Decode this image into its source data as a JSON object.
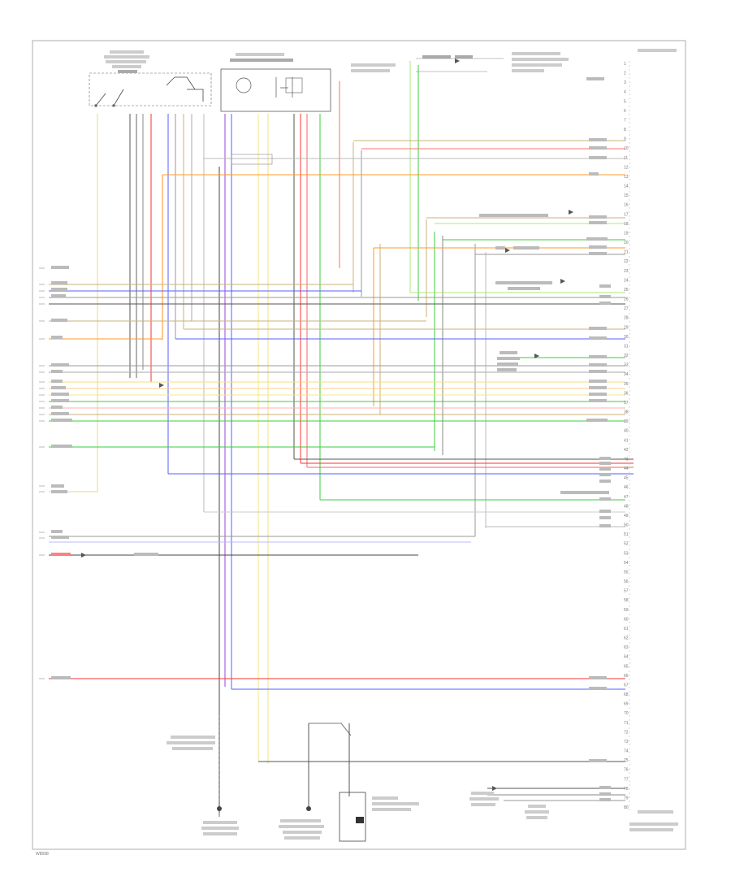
{
  "wire_colors": {
    "yellow": "#f2e27a",
    "green": "#3dcc3d",
    "red": "#ff3030",
    "orange": "#ff9a2a",
    "blue": "#5560ff",
    "purple": "#9a45d8",
    "gray": "#9a9a9a",
    "dark": "#444444",
    "tan": "#c8b37a",
    "light_green": "#a8e87a"
  },
  "icons": {
    "switch": "switch-contact-icon",
    "ground": "ground-point-icon",
    "connector": "connector-arrow-icon"
  },
  "left_pins": [
    "1",
    "2",
    "3",
    "4",
    "5",
    "6",
    "7",
    "8",
    "9",
    "10",
    "11",
    "12",
    "13",
    "14",
    "15",
    "16",
    "17",
    "18",
    "19",
    "20",
    "21",
    "22",
    "23"
  ],
  "ecm_pins": [
    "1",
    "2",
    "3",
    "4",
    "5",
    "6",
    "7",
    "8",
    "9",
    "10",
    "11",
    "12",
    "13",
    "14",
    "15",
    "16",
    "17",
    "18",
    "19",
    "20",
    "21",
    "22",
    "23",
    "24",
    "25",
    "26",
    "27",
    "28",
    "29",
    "30",
    "31",
    "32",
    "33",
    "34",
    "35",
    "36",
    "37",
    "38",
    "39",
    "40",
    "41",
    "42",
    "43",
    "44",
    "45",
    "46",
    "47",
    "48",
    "49",
    "50",
    "51",
    "52",
    "53",
    "54",
    "55",
    "56",
    "57",
    "58",
    "59",
    "60",
    "61",
    "62",
    "63",
    "64",
    "65",
    "66",
    "67",
    "68",
    "69",
    "70",
    "71",
    "72",
    "73",
    "74",
    "75",
    "76",
    "77",
    "78",
    "79",
    "80"
  ],
  "footer_code": "W8098"
}
